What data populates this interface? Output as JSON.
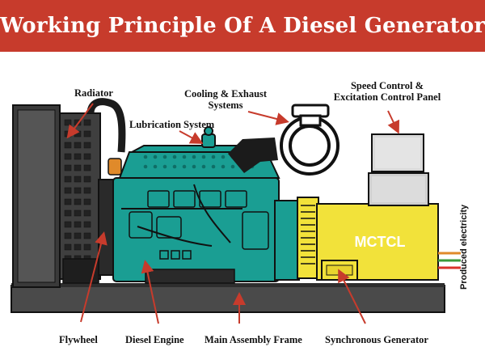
{
  "title": "Working Principle Of A Diesel Generator",
  "labels": {
    "radiator": "Radiator",
    "cooling_line1": "Cooling & Exhaust",
    "cooling_line2": "Systems",
    "speed_line1": "Speed Control &",
    "speed_line2": "Excitation Control Panel",
    "lubrication": "Lubrication System",
    "produced_electricity": "Produced electricity",
    "flywheel": "Flywheel",
    "diesel_engine": "Diesel Engine",
    "main_frame": "Main Assembly Frame",
    "synchronous_generator": "Synchronous Generator"
  },
  "brand": "MCTCL",
  "colors": {
    "banner": "#c73b2c",
    "engine": "#1a9e93",
    "generator": "#f2e23a",
    "frame": "#4a4a4a",
    "radiator": "#3a3a3a",
    "arrow": "#c73b2c",
    "wire_red": "#d8322a",
    "wire_green": "#3a9a3a",
    "wire_orange": "#e08a2a"
  }
}
